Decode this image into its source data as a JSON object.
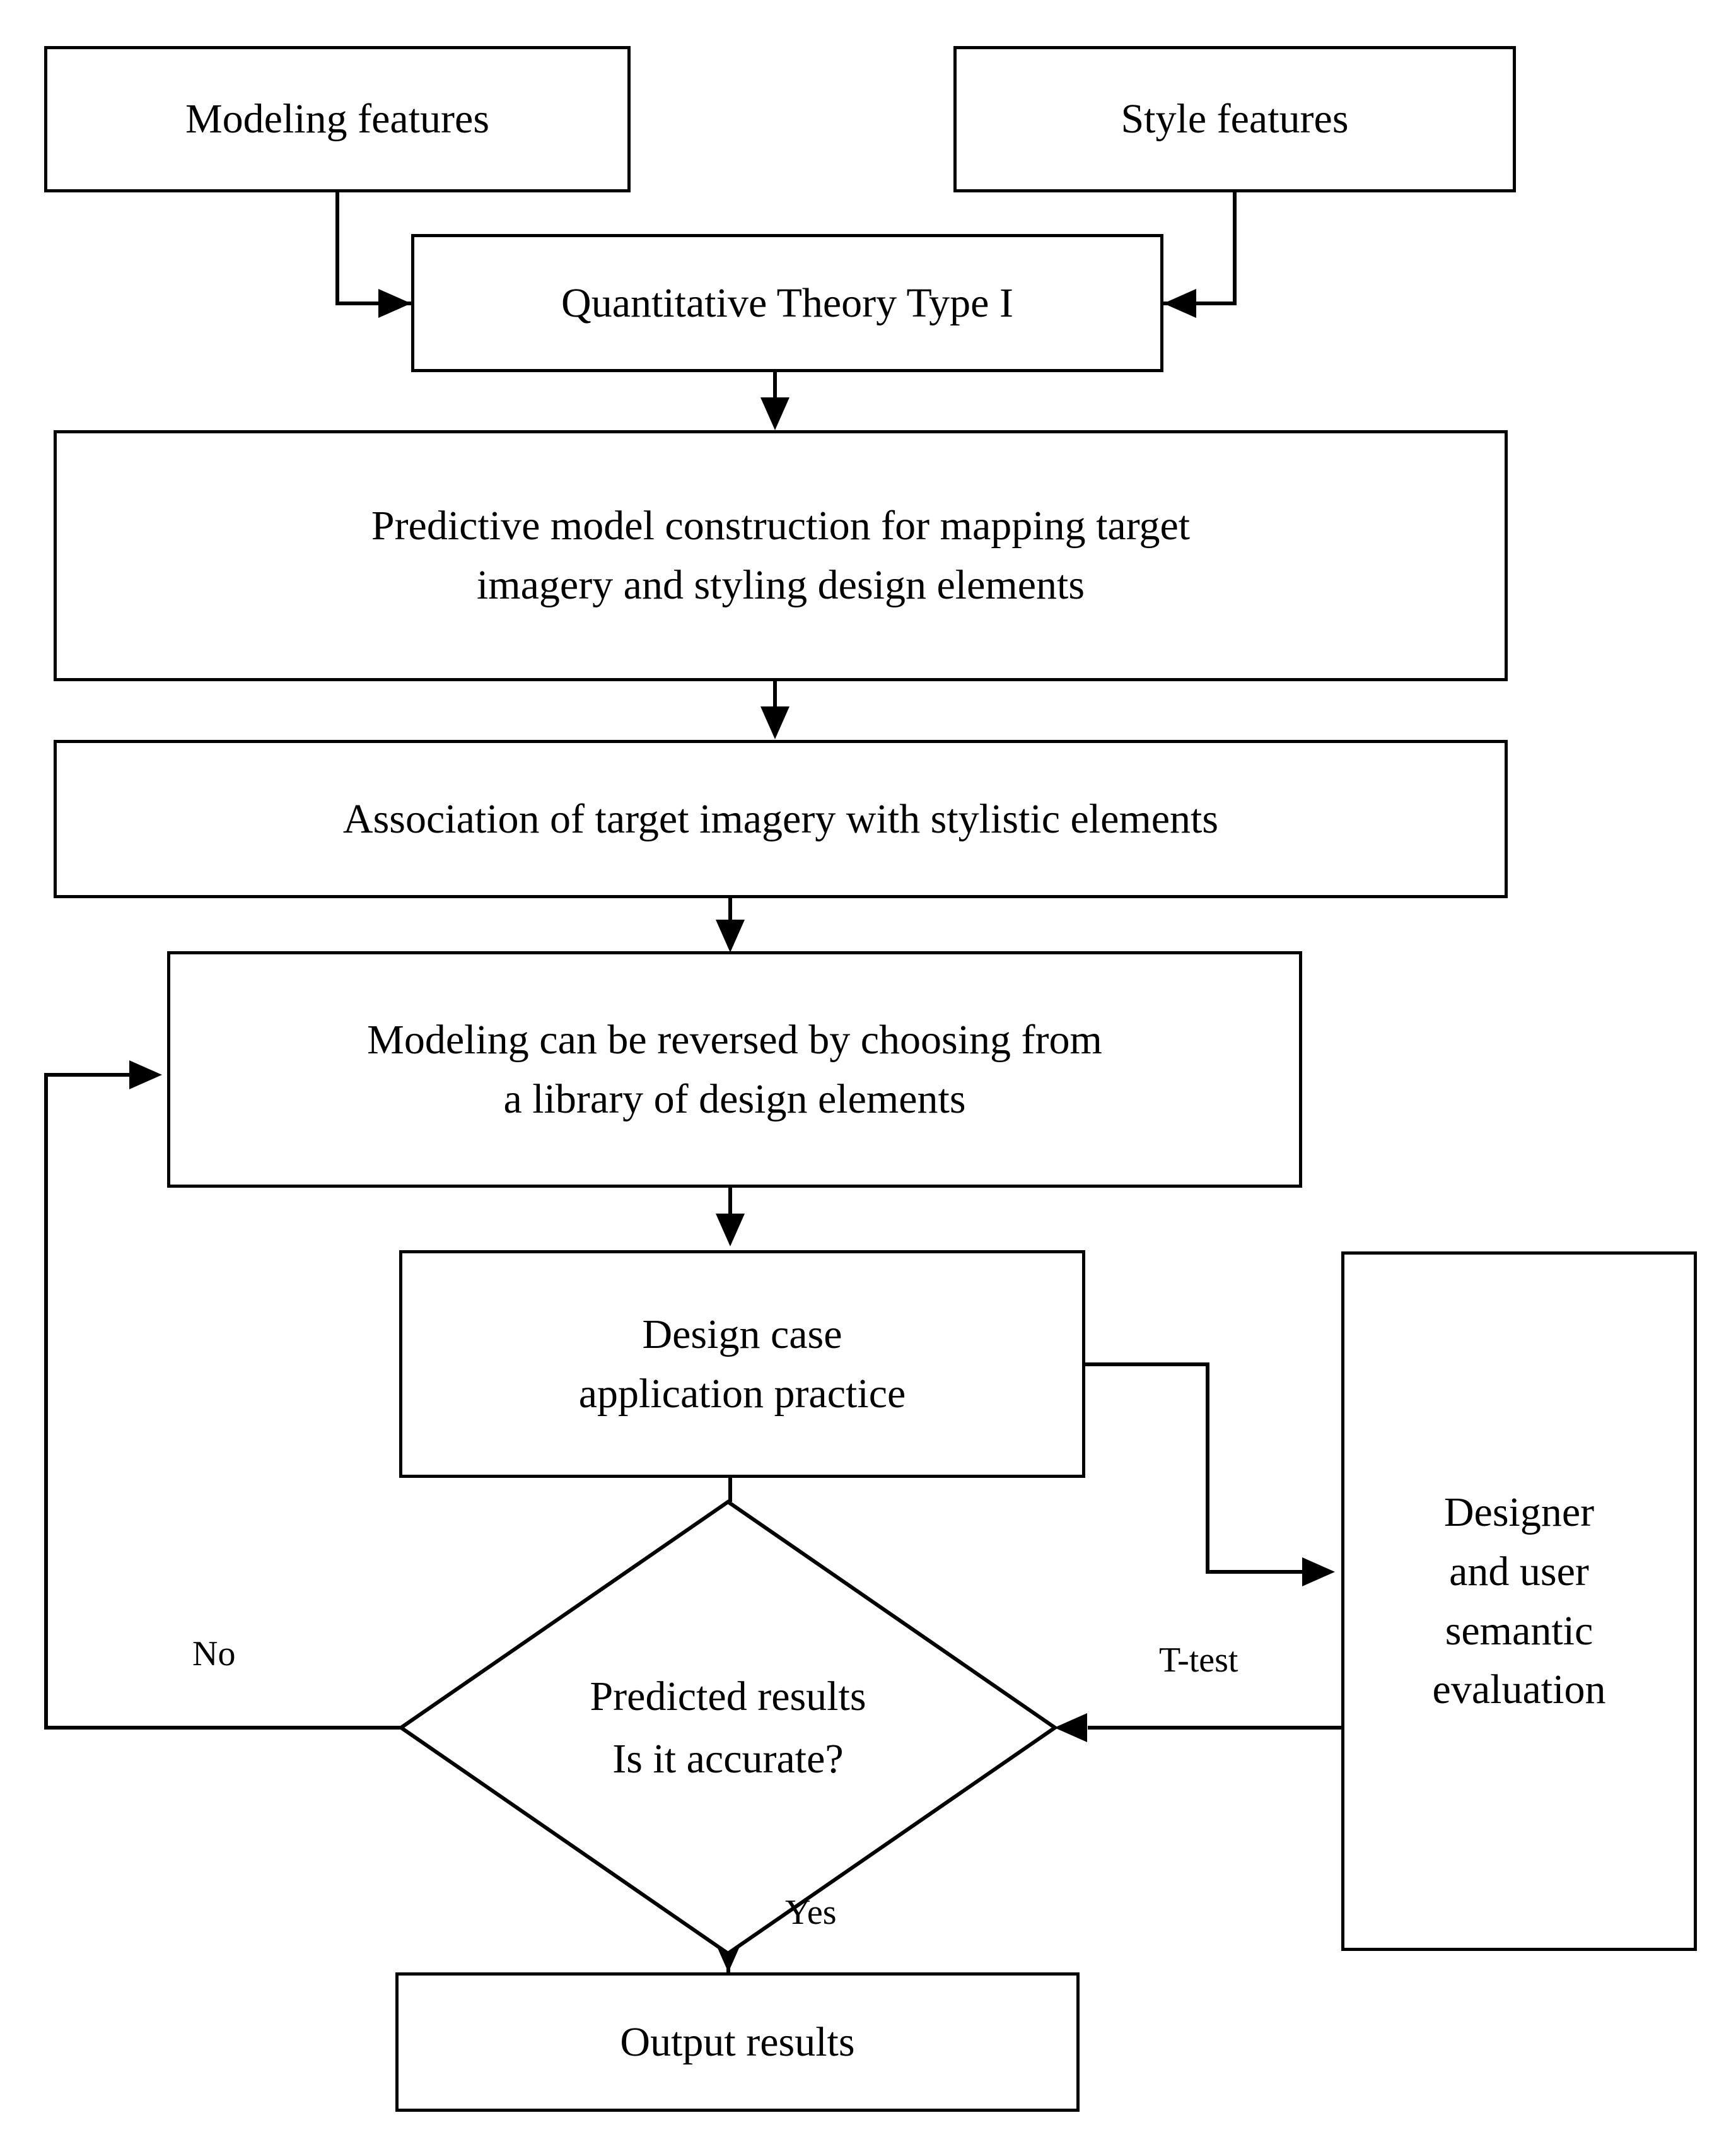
{
  "diagram": {
    "type": "flowchart",
    "background": "#ffffff",
    "stroke_color": "#000000",
    "nodes": [
      {
        "id": "modeling-features",
        "shape": "rect",
        "label": "Modeling features"
      },
      {
        "id": "style-features",
        "shape": "rect",
        "label": "Style features"
      },
      {
        "id": "quantitative-theory",
        "shape": "rect",
        "label": "Quantitative Theory Type I"
      },
      {
        "id": "predictive-model",
        "shape": "rect",
        "label": "Predictive model construction for mapping target\nimagery and styling design elements"
      },
      {
        "id": "association",
        "shape": "rect",
        "label": "Association of target imagery with stylistic elements"
      },
      {
        "id": "reverse-modeling",
        "shape": "rect",
        "label": "Modeling can be reversed by choosing from\na library of design elements"
      },
      {
        "id": "design-case",
        "shape": "rect",
        "label": "Design case\napplication practice"
      },
      {
        "id": "decision",
        "shape": "diamond",
        "label": "Predicted results\nIs it accurate?"
      },
      {
        "id": "semantic-evaluation",
        "shape": "rect",
        "label": "Designer\nand user\nsemantic\nevaluation"
      },
      {
        "id": "output-results",
        "shape": "rect",
        "label": "Output results"
      }
    ],
    "edge_labels": {
      "no": "No",
      "yes": "Yes",
      "t_test": "T-test"
    }
  }
}
